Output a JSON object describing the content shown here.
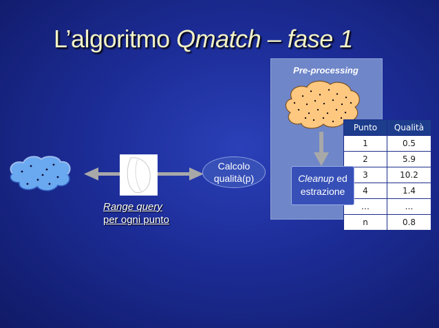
{
  "slide": {
    "title_plain": "L’algoritmo ",
    "title_italic": "Qmatch – fase 1",
    "preprocessing_label": "Pre-processing",
    "range_query_line1": "Range query",
    "range_query_line2": "per ogni punto",
    "calcolo_line1": "Calcolo",
    "calcolo_line2": "qualità(p)",
    "cleanup_italic": "Cleanup",
    "cleanup_rest": " ed",
    "cleanup_line2": "estrazione"
  },
  "table": {
    "headers": [
      "Punto",
      "Qualità"
    ],
    "rows": [
      [
        "1",
        "0.5"
      ],
      [
        "2",
        "5.9"
      ],
      [
        "3",
        "10.2"
      ],
      [
        "4",
        "1.4"
      ],
      [
        "…",
        "…"
      ],
      [
        "n",
        "0.8"
      ]
    ]
  },
  "colors": {
    "background": "#1c2c96",
    "title": "#f2f2c8",
    "preprocessing_box": "#6f86c8",
    "cloud_blue": "#6aa8f0",
    "cloud_orange": "#ffc880",
    "arrow_gray": "#9a9a9a",
    "table_header": "#1d3d8c"
  }
}
